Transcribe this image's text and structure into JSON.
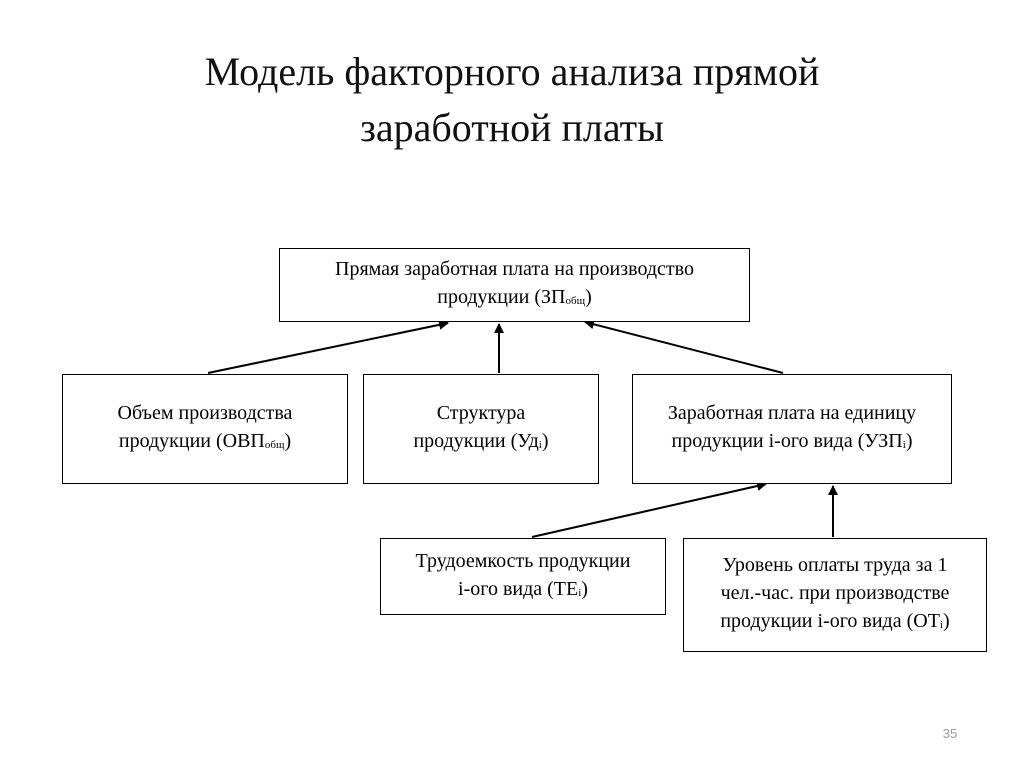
{
  "title": {
    "line1": "Модель факторного анализа прямой",
    "line2": "заработной платы"
  },
  "nodes": {
    "total": {
      "line1": "Прямая заработная плата на производство",
      "line2_pre": "продукции (ЗП",
      "line2_sub": "общ",
      "line2_post": ")"
    },
    "volume": {
      "line1": "Объем производства",
      "line2_pre": "продукции (ОВП",
      "line2_sub": "общ",
      "line2_post": ")"
    },
    "structure": {
      "line1": "Структура",
      "line2_pre": "продукции (Уд",
      "line2_sub": "i",
      "line2_post": ")"
    },
    "unit_wage": {
      "line1": "Заработная плата на единицу",
      "line2_pre": "продукции i-ого вида (УЗП",
      "line2_sub": "i",
      "line2_post": ")"
    },
    "labor_intensity": {
      "line1": "Трудоемкость продукции",
      "line2_pre": "i-ого вида (ТЕ",
      "line2_sub": "i",
      "line2_post": ")"
    },
    "pay_level": {
      "line1": "Уровень оплаты труда за 1",
      "line2": "чел.-час. при производстве",
      "line3_pre": "продукции i-ого вида (ОТ",
      "line3_sub": "i",
      "line3_post": ")"
    }
  },
  "page_number": "35"
}
